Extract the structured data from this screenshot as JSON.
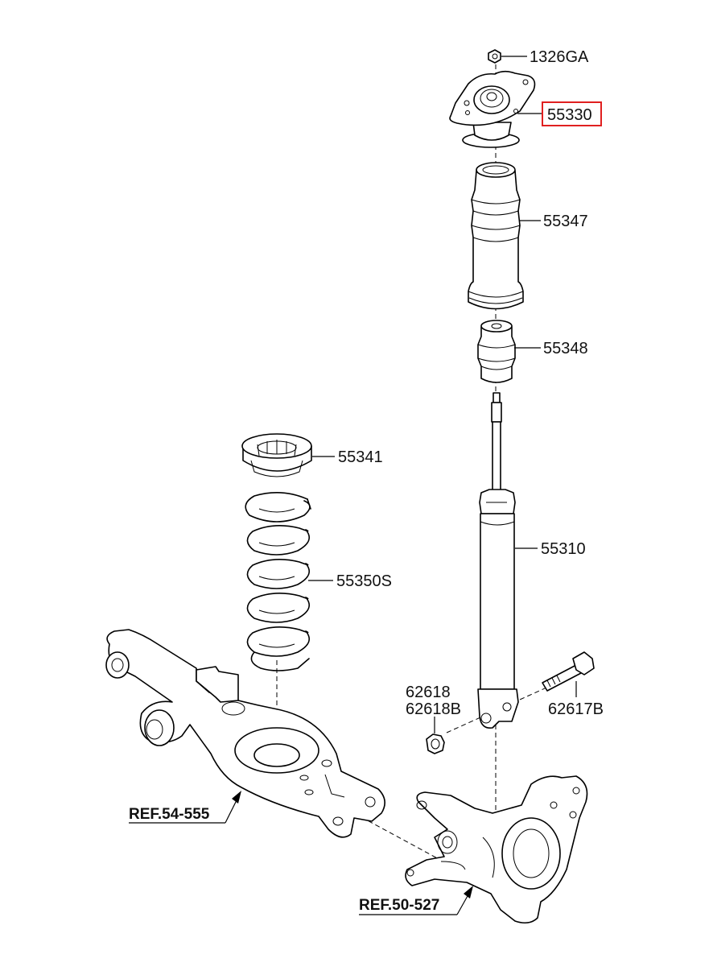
{
  "labels": {
    "nut_top": "1326GA",
    "mount": "55330",
    "dust_cover": "55347",
    "bumper": "55348",
    "spring_pad": "55341",
    "spring": "55350S",
    "shock": "55310",
    "nut_a": "62618",
    "nut_b": "62618B",
    "bolt": "62617B",
    "ref_arm": "REF.54-555",
    "ref_knuckle": "REF.50-527"
  },
  "highlight": {
    "part": "55330",
    "color": "#e02020"
  }
}
